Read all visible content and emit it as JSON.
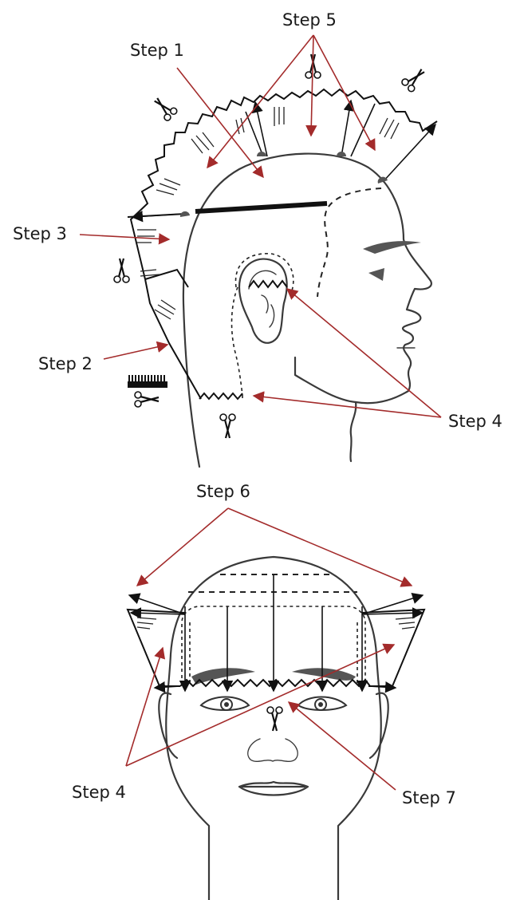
{
  "labels": {
    "step1": "Step 1",
    "step2": "Step 2",
    "step3": "Step 3",
    "step4_side": "Step 4",
    "step5": "Step 5",
    "step6": "Step 6",
    "step4_front": "Step 4",
    "step7": "Step 7"
  },
  "colors": {
    "arrow_red": "#a32b2b",
    "line_dark": "#111111",
    "outline": "#3a3a3a"
  },
  "icons": [
    "scissors-icon",
    "comb-icon"
  ]
}
